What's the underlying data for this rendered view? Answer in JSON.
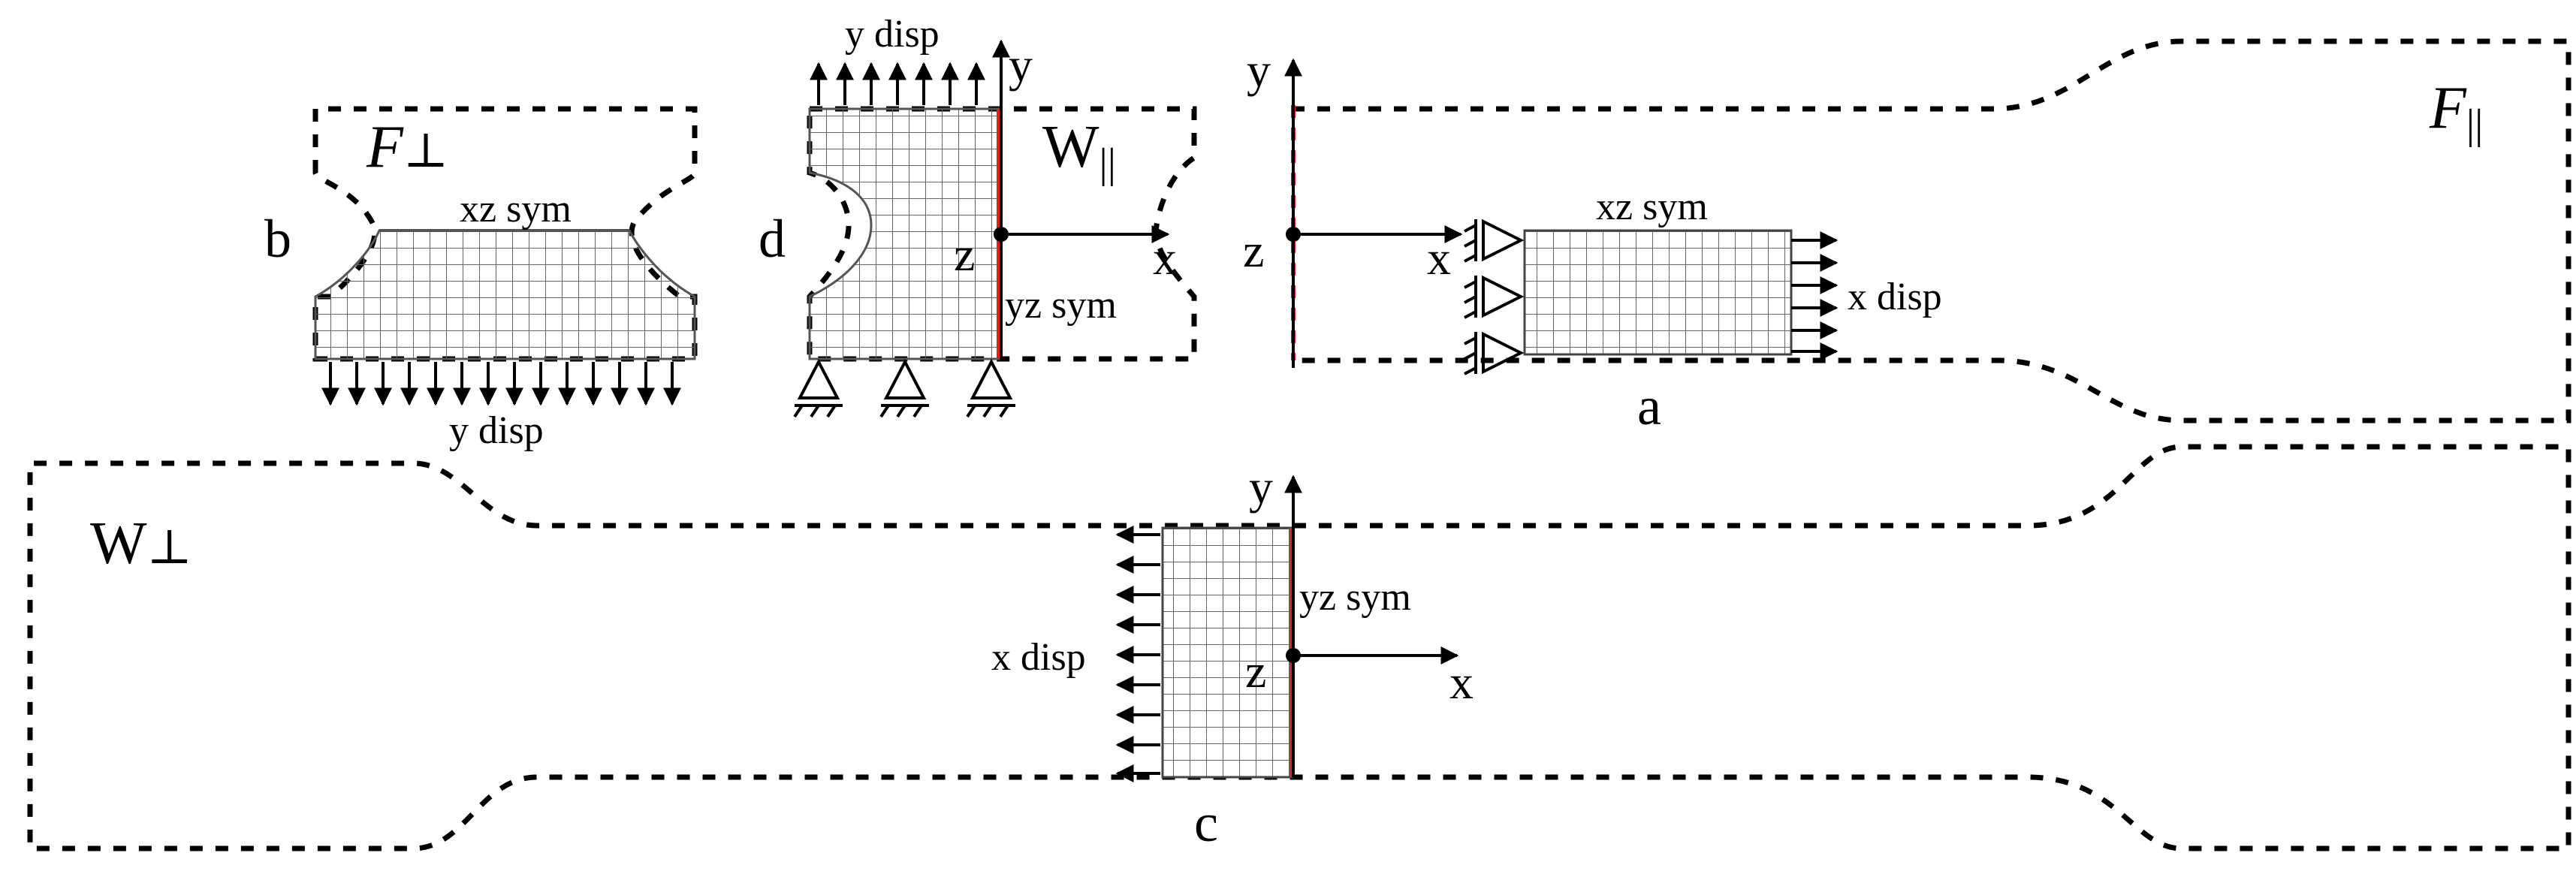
{
  "specimens": {
    "a": {
      "label": "a",
      "specimen": "F",
      "specimen_sub": "||",
      "sym_label": "xz sym",
      "disp_label": "x disp",
      "axes": {
        "x": "x",
        "y": "y",
        "z": "z"
      }
    },
    "b": {
      "label": "b",
      "specimen": "F",
      "specimen_sub": "⊥",
      "sym_label": "xz sym",
      "disp_label": "y disp"
    },
    "c": {
      "label": "c",
      "specimen": "W",
      "specimen_sub": "⊥",
      "sym_label": "yz sym",
      "disp_label": "x disp",
      "axes": {
        "x": "x",
        "y": "y",
        "z": "z"
      }
    },
    "d": {
      "label": "d",
      "specimen": "W",
      "specimen_sub": "||",
      "sym_label": "yz sym",
      "disp_label": "y disp",
      "axes": {
        "x": "x",
        "y": "y",
        "z": "z"
      }
    }
  },
  "colors": {
    "symmetry_line": "#e0201d",
    "outline": "#000000",
    "mesh": "#555555"
  }
}
